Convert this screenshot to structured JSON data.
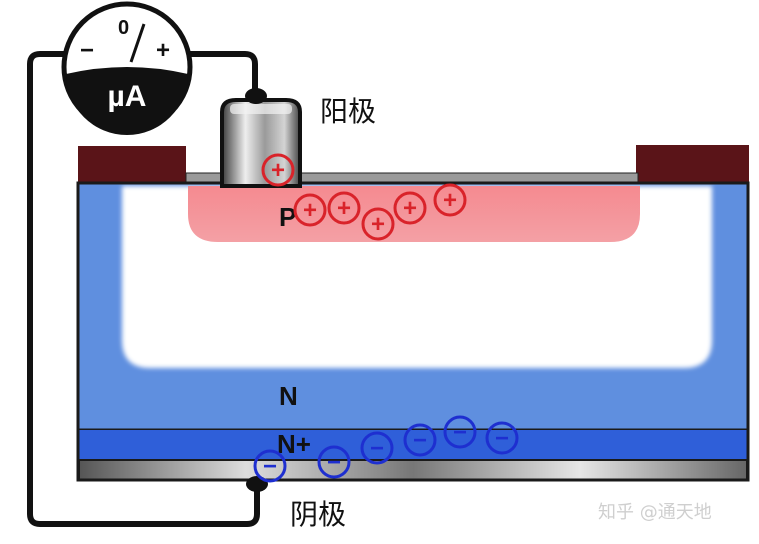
{
  "meter": {
    "zero": "0",
    "minus": "−",
    "plus": "+",
    "unit": "µA"
  },
  "labels": {
    "anode": "阳极",
    "cathode": "阴极",
    "p_region": "P",
    "n_region": "N",
    "n_plus_region": "N+"
  },
  "charges": {
    "positive_symbol": "+",
    "negative_symbol": "−",
    "positive_count": 6,
    "negative_count": 6
  },
  "watermark": "知乎 @通天地",
  "colors": {
    "n_region": "#5f8fdf",
    "n_plus_region": "#2f5fd9",
    "p_region": "#f2878d",
    "oxide": "#5a1418",
    "positive_charge": "#d9232a",
    "negative_charge": "#1e2fd0",
    "wire": "#111111"
  }
}
